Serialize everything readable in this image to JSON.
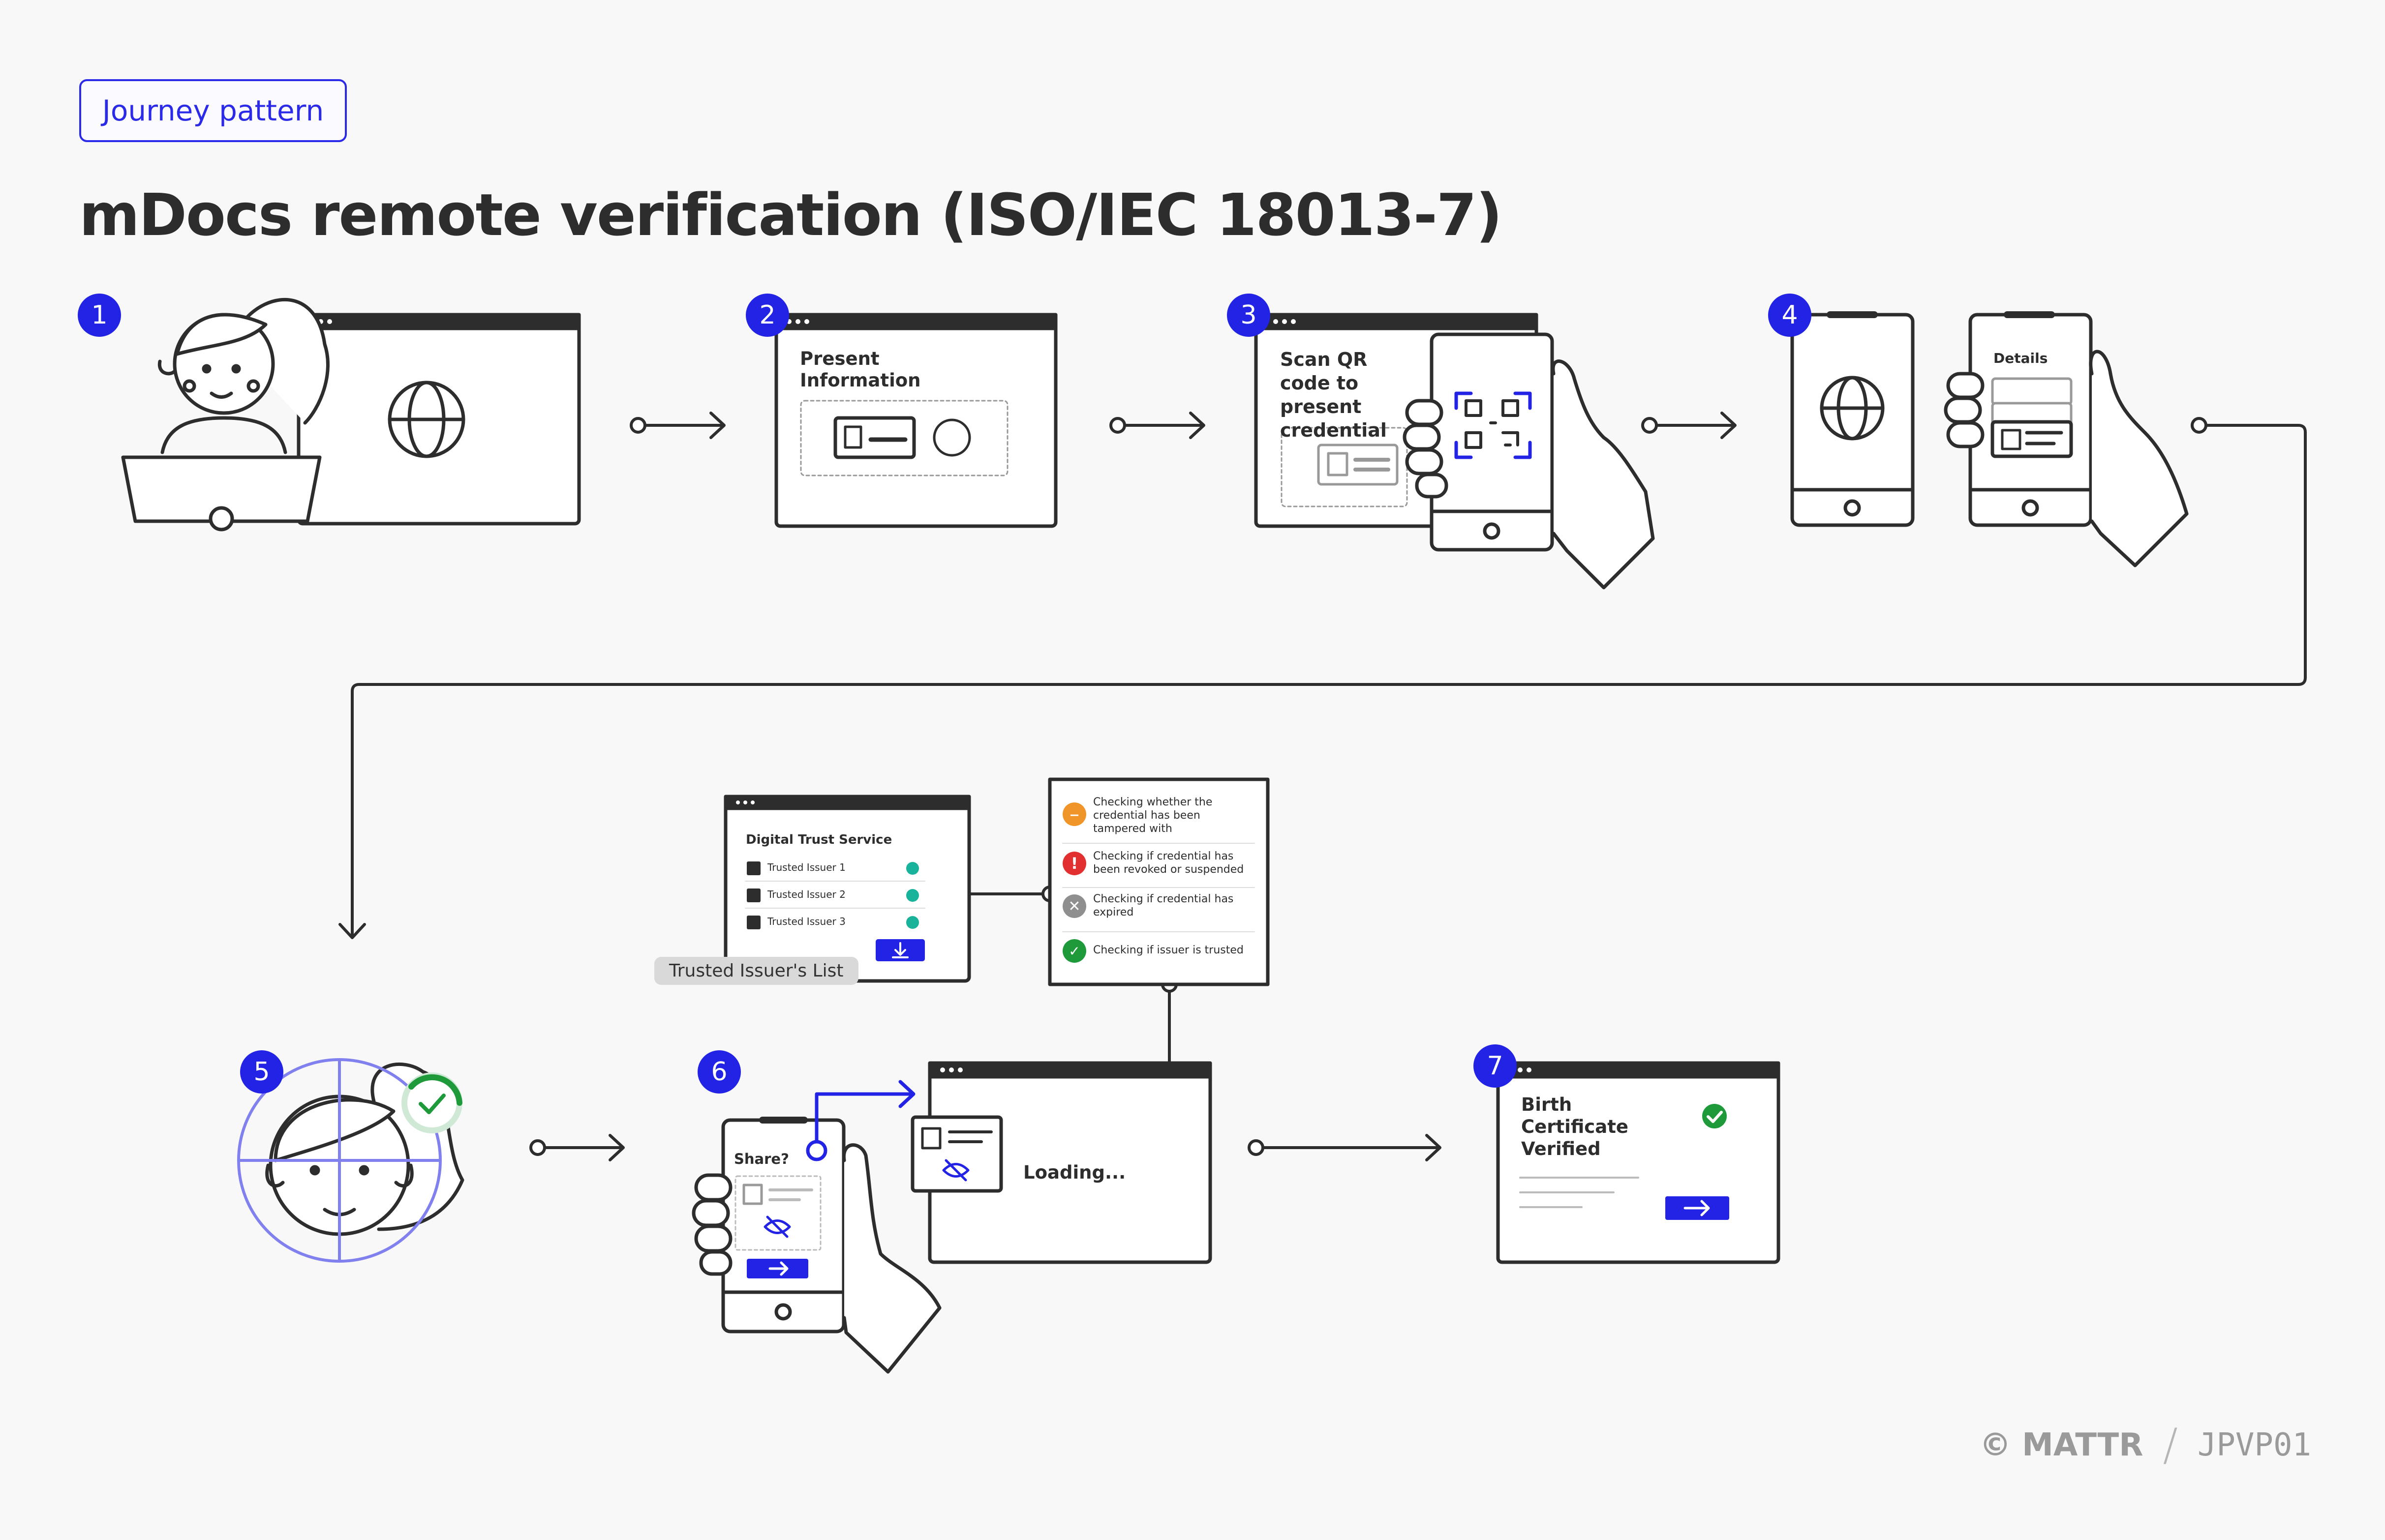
{
  "tag_label": "Journey pattern",
  "title": "mDocs remote verification (ISO/IEC 18013-7)",
  "steps": [
    {
      "number": "1"
    },
    {
      "number": "2",
      "screen_text": "Present Information"
    },
    {
      "number": "3",
      "screen_text": "Scan QR code to present credential"
    },
    {
      "number": "4",
      "screen_text": "Details"
    },
    {
      "number": "5"
    },
    {
      "number": "6",
      "screen_text": "Share?",
      "loading_text": "Loading..."
    },
    {
      "number": "7",
      "screen_text": "Birth Certificate Verified"
    }
  ],
  "trust_service": {
    "title": "Digital Trust Service",
    "issuers": [
      "Trusted Issuer 1",
      "Trusted Issuer 2",
      "Trusted Issuer 3"
    ],
    "list_label": "Trusted Issuer's List"
  },
  "checks": [
    {
      "text": "Checking whether the credential has been tampered with",
      "status": "pending",
      "color": "#f0952a"
    },
    {
      "text": "Checking if credential has been revoked or suspended",
      "status": "error",
      "color": "#e23030"
    },
    {
      "text": "Checking if credential has expired",
      "status": "neutral",
      "color": "#8f8f8f"
    },
    {
      "text": "Checking if issuer is trusted",
      "status": "success",
      "color": "#1f9a3a"
    }
  ],
  "footer": {
    "brand": "© MATTR",
    "separator": "/",
    "code": "JPVP01"
  },
  "colors": {
    "accent": "#2323e6",
    "line": "#2d2d2d",
    "success": "#1f9a3a",
    "teal": "#19b39b"
  }
}
